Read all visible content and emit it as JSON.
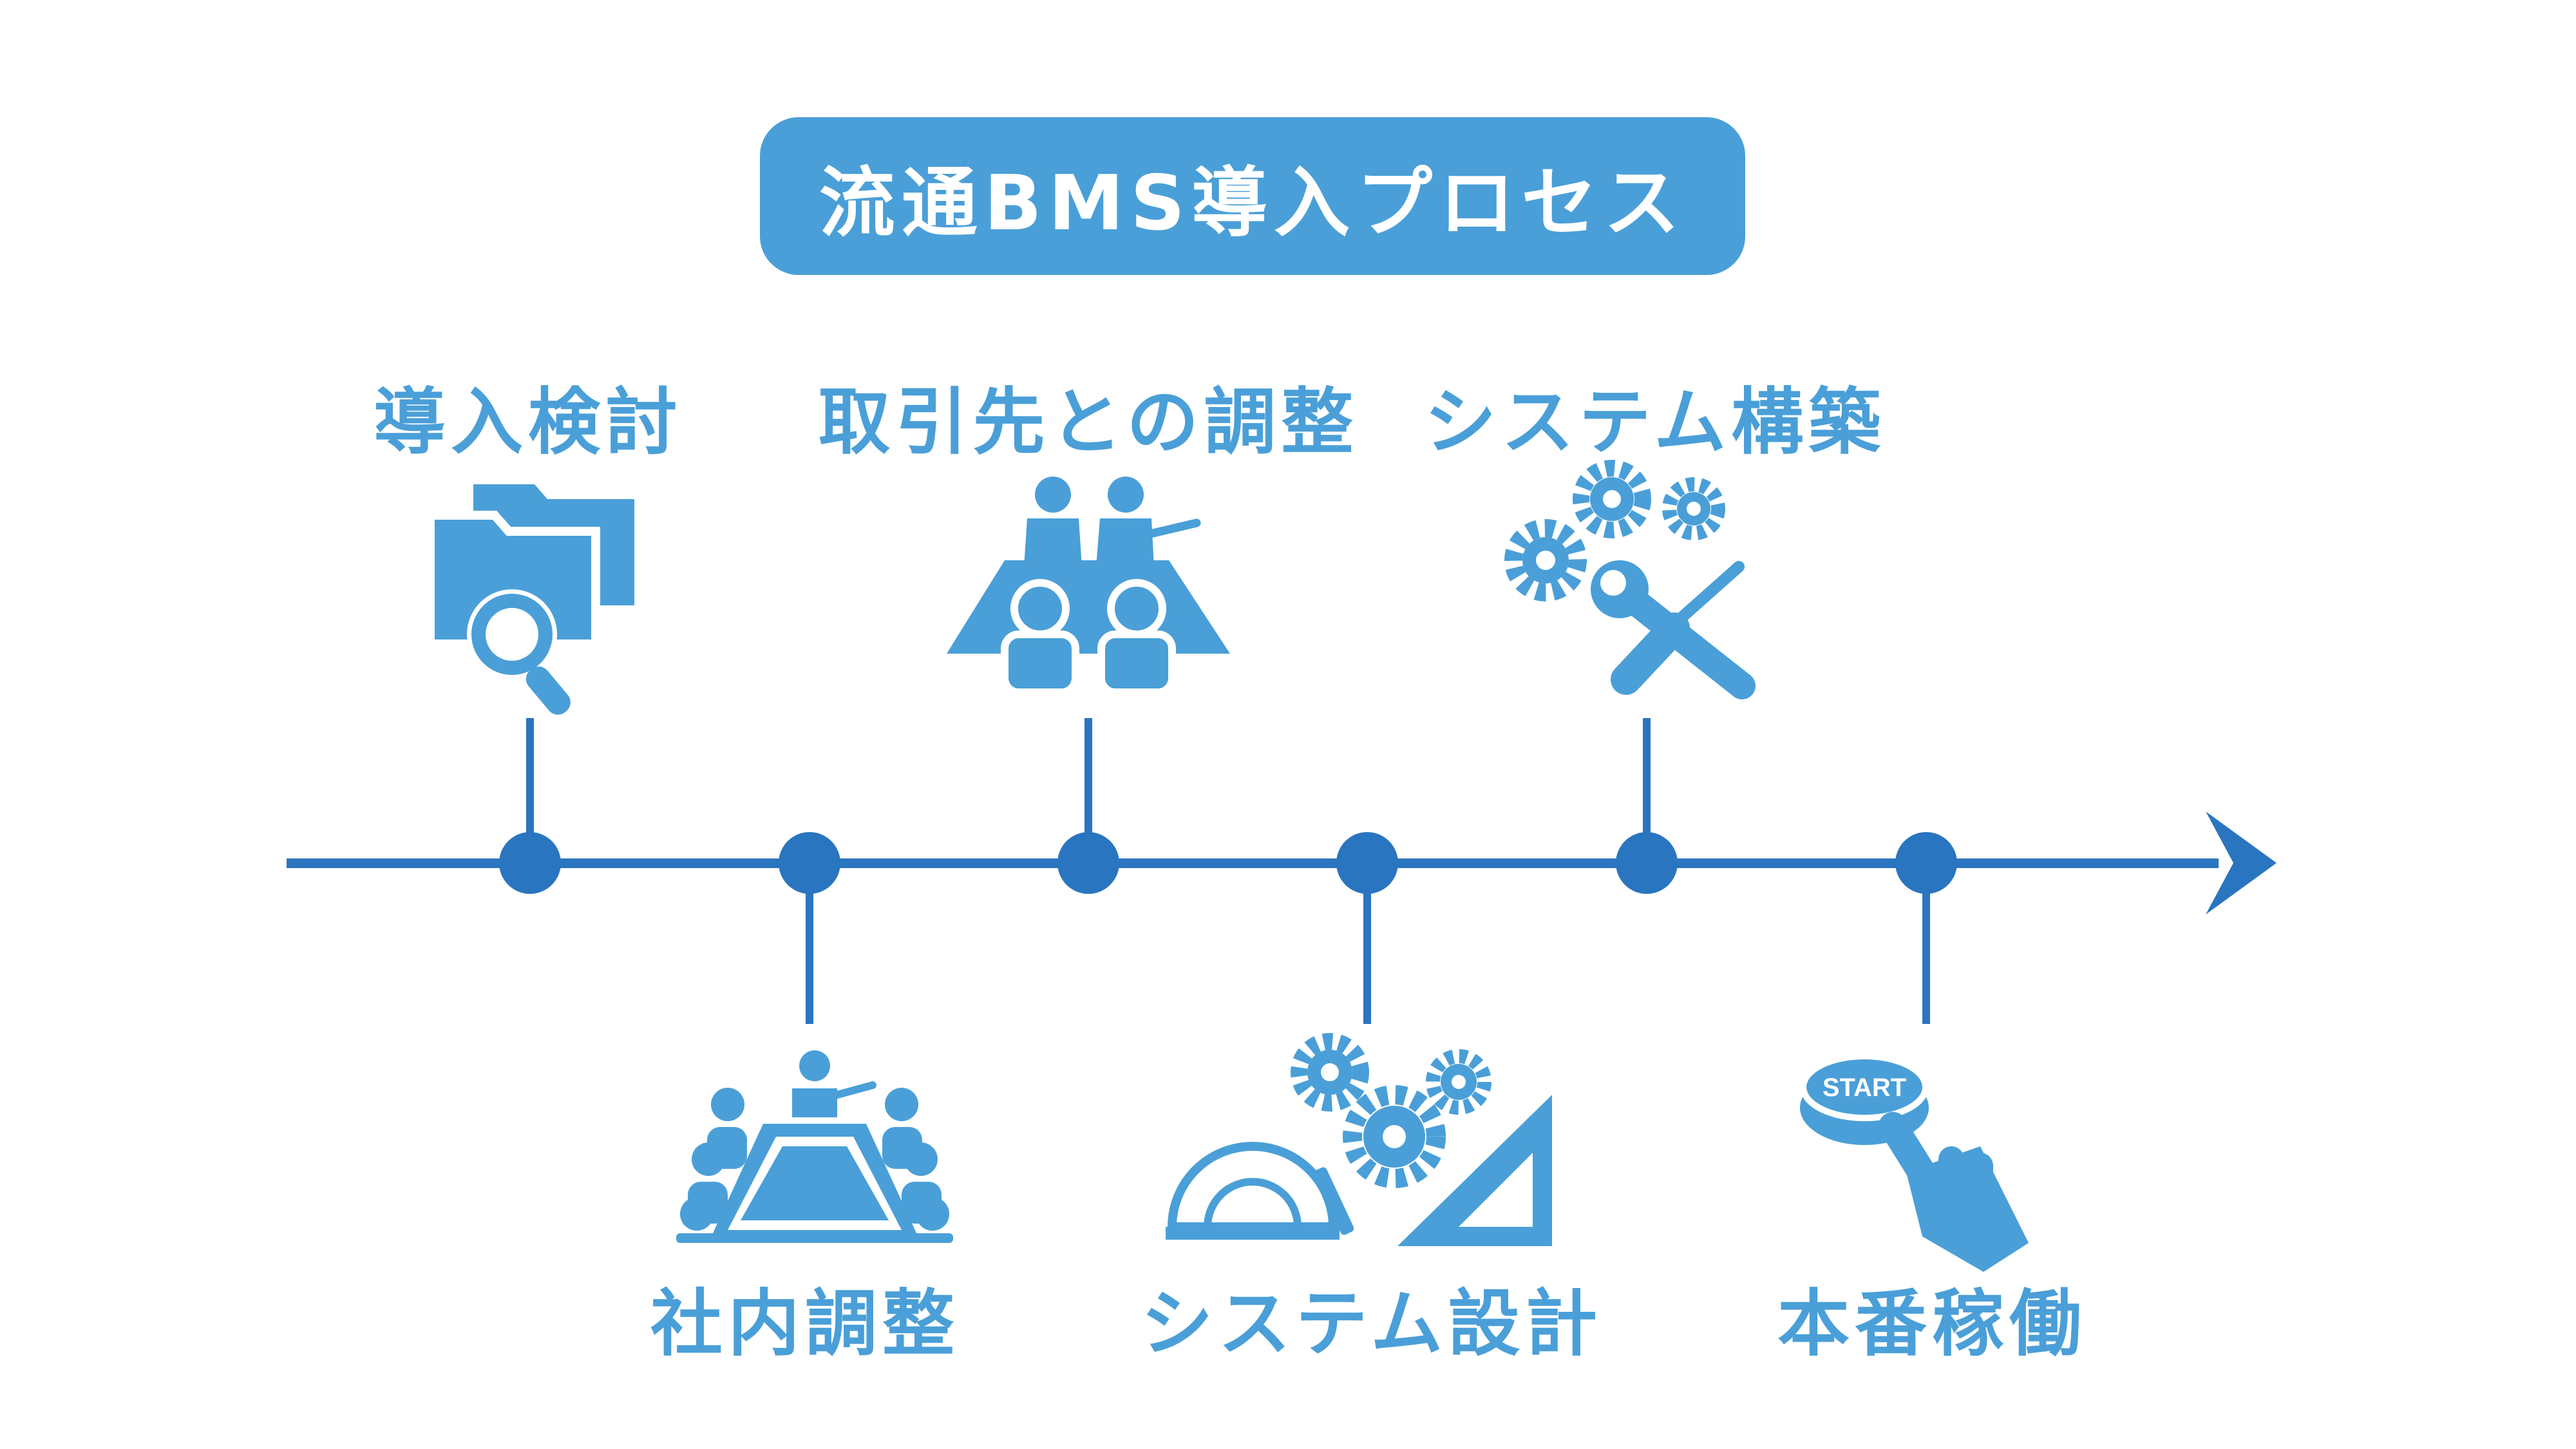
{
  "title": "流通BMS導入プロセス",
  "colors": {
    "accent": "#4a9fd8",
    "line": "#2a75bf",
    "white": "#ffffff"
  },
  "steps": [
    {
      "label": "導入検討",
      "icon": "folder-search-icon",
      "position": "above"
    },
    {
      "label": "社内調整",
      "icon": "meeting-presentation-icon",
      "position": "below"
    },
    {
      "label": "取引先との調整",
      "icon": "business-meeting-icon",
      "position": "above"
    },
    {
      "label": "システム設計",
      "icon": "gears-drafting-tools-icon",
      "position": "below"
    },
    {
      "label": "システム構築",
      "icon": "gears-wrench-screwdriver-icon",
      "position": "above"
    },
    {
      "label": "本番稼働",
      "icon": "start-button-press-icon",
      "position": "below"
    }
  ],
  "start_button_text": "START"
}
